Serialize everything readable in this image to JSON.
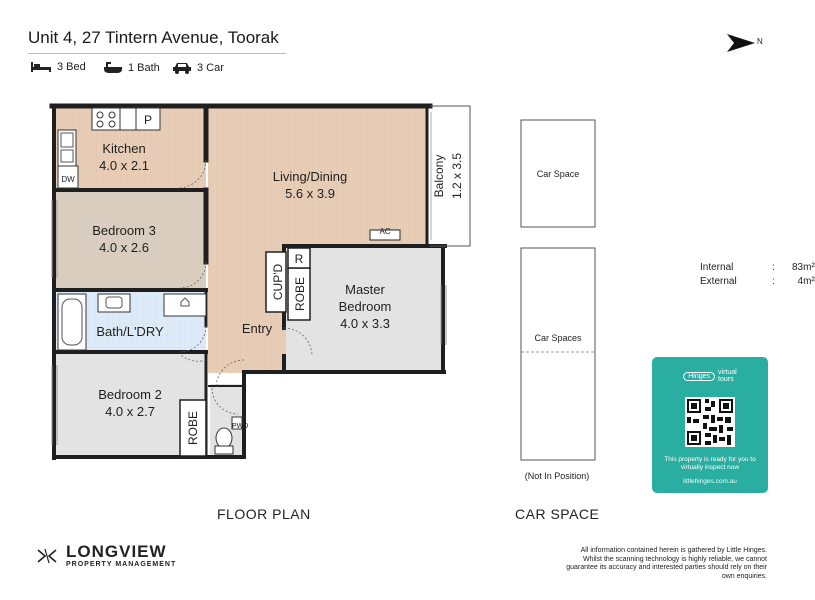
{
  "header": {
    "address": "Unit 4, 27 Tintern Avenue, Toorak",
    "features": [
      {
        "icon": "bed-icon",
        "label": "3 Bed"
      },
      {
        "icon": "bath-icon",
        "label": "1 Bath"
      },
      {
        "icon": "car-icon",
        "label": "3 Car"
      }
    ],
    "north_label": "N"
  },
  "floor_plan": {
    "title": "FLOOR PLAN",
    "rooms": {
      "kitchen": {
        "name": "Kitchen",
        "size": "4.0 x 2.1"
      },
      "living": {
        "name": "Living/Dining",
        "size": "5.6 x 3.9"
      },
      "balcony": {
        "name": "Balcony",
        "size": "1.2 x 3.5"
      },
      "bedroom3": {
        "name": "Bedroom 3",
        "size": "4.0 x 2.6"
      },
      "master": {
        "name": "Master",
        "name2": "Bedroom",
        "size": "4.0 x 3.3"
      },
      "bath": {
        "name": "Bath/L'DRY"
      },
      "entry": {
        "name": "Entry"
      },
      "bedroom2": {
        "name": "Bedroom 2",
        "size": "4.0 x 2.7"
      }
    },
    "fixtures": {
      "pantry": "P",
      "dishwasher": "DW",
      "ac": "AC",
      "cupboard": "CUP'D",
      "robe_master": "ROBE",
      "r": "R",
      "robe_bed2": "ROBE",
      "pwd": "PWD"
    }
  },
  "car_space": {
    "title": "CAR SPACE",
    "single_label": "Car Space",
    "double_label": "Car Spaces",
    "note": "(Not In Position)"
  },
  "areas": {
    "internal_label": "Internal",
    "internal_value": "83m²",
    "external_label": "External",
    "external_value": "4m²"
  },
  "virtual_tour": {
    "logo_left": "Hinges",
    "logo_right_top": "virtual",
    "logo_right_bottom": "tours",
    "text": "This property is ready for you to virtually inspect now",
    "url": "littlehinges.com.au"
  },
  "brand": {
    "name": "LONGVIEW",
    "subtitle": "PROPERTY MANAGEMENT"
  },
  "disclaimer": "All information contained herein is gathered by Little Hinges. Whilst the scanning technology is highly reliable, we cannot guarantee its accuracy and interested parties should rely on their own enquiries.",
  "colors": {
    "wood": "#e8cdb6",
    "carpet_beige": "#d9cdc0",
    "carpet_grey": "#e3e3e3",
    "tile_blue": "#dcebf7",
    "wall": "#1f1f1f",
    "accent_teal": "#2aaea2"
  }
}
